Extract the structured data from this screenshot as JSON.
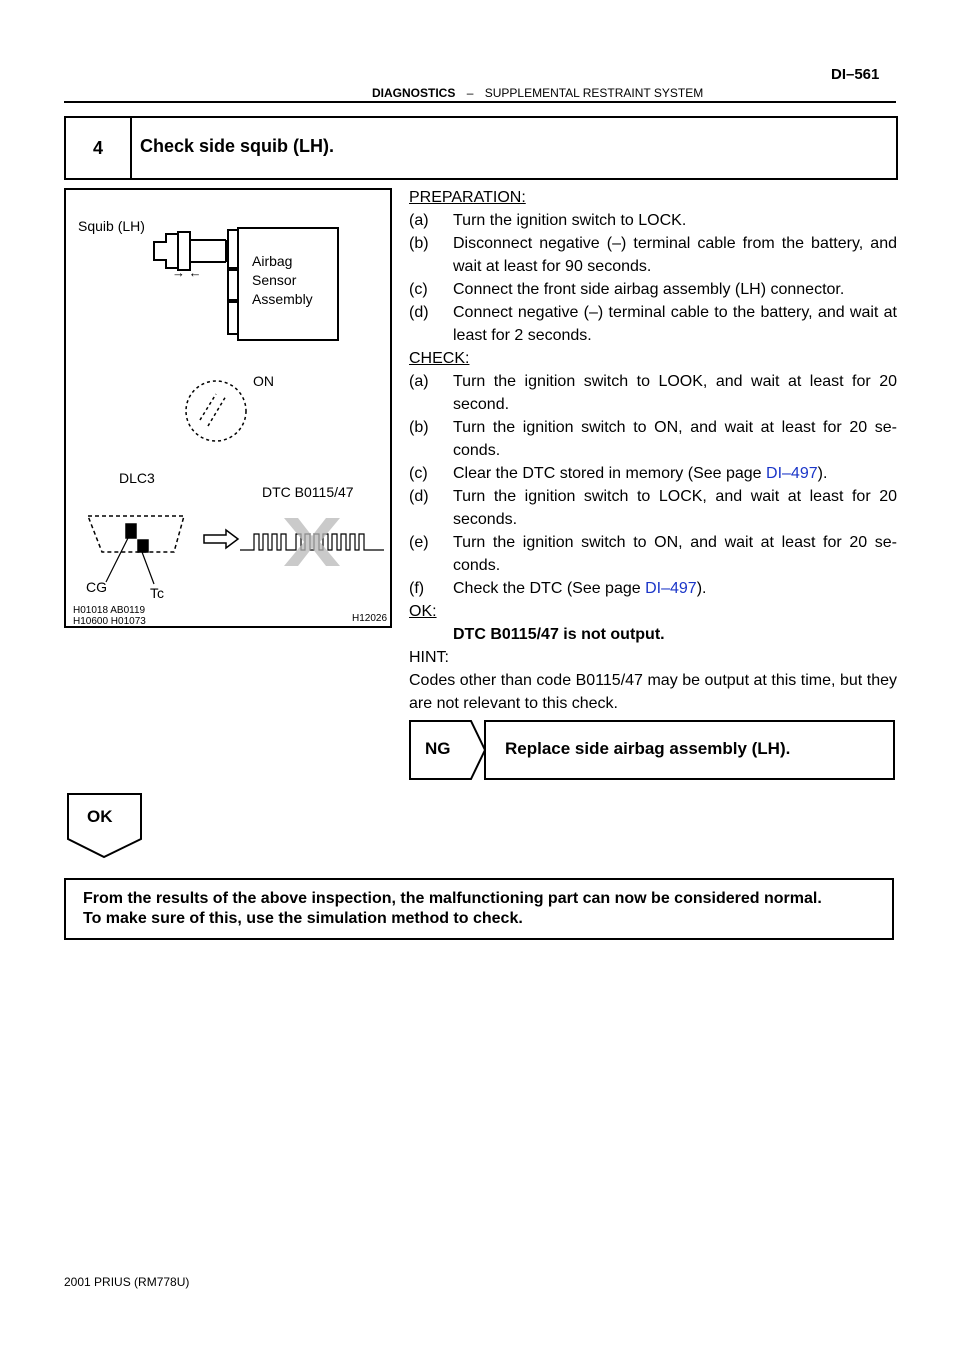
{
  "header": {
    "section": "DIAGNOSTICS",
    "separator": "–",
    "subsection": "SUPPLEMENTAL RESTRAINT SYSTEM",
    "page_number": "DI–561"
  },
  "step": {
    "number": "4",
    "title": "Check side squib (LH)."
  },
  "figure": {
    "squib_label": "Squib (LH)",
    "sensor_label_1": "Airbag",
    "sensor_label_2": "Sensor",
    "sensor_label_3": "Assembly",
    "arrows": "→ ←",
    "on_label": "ON",
    "dlc_label": "DLC3",
    "dtc_label": "DTC B0115/47",
    "cg_label": "CG",
    "tc_label": "Tc",
    "ref_codes_1": "H01018   AB0119",
    "ref_codes_2": "H10600   H01073",
    "figure_id": "H12026"
  },
  "preparation": {
    "heading": "PREPARATION:",
    "items": [
      {
        "label": "(a)",
        "text": "Turn the ignition switch to LOCK."
      },
      {
        "label": "(b)",
        "text": "Disconnect negative (–) terminal cable from the battery, and wait at least for 90 seconds."
      },
      {
        "label": "(c)",
        "text": "Connect the front side airbag assembly (LH) connector."
      },
      {
        "label": "(d)",
        "text": "Connect negative (–) terminal cable to the battery, and wait at least for 2 seconds."
      }
    ]
  },
  "check": {
    "heading": "CHECK:",
    "a": {
      "label": "(a)",
      "text": "Turn the ignition switch to LOOK, and wait at least for 20 second."
    },
    "b": {
      "label": "(b)",
      "text": "Turn the ignition switch to ON, and wait at least for 20 se-conds."
    },
    "c": {
      "label": "(c)",
      "pre": "Clear the DTC stored in memory (See page ",
      "link": "DI–497",
      "post": ")."
    },
    "d": {
      "label": "(d)",
      "text": "Turn the ignition switch to LOCK, and wait at least for 20 seconds."
    },
    "e": {
      "label": "(e)",
      "text": "Turn the ignition switch to ON, and wait at least for 20 se-conds."
    },
    "f": {
      "label": "(f)",
      "pre": "Check the DTC (See page ",
      "link": "DI–497",
      "post": ")."
    }
  },
  "ok_section": {
    "heading": "OK:",
    "text": "DTC B0115/47 is not output."
  },
  "hint": {
    "heading": "HINT:",
    "text": "Codes other than code B0115/47 may be output at this time, but they are not relevant to this check."
  },
  "ng": {
    "tag": "NG",
    "text": "Replace side airbag assembly (LH)."
  },
  "ok_tab": "OK",
  "result_box": {
    "line1": "From the results of the above inspection, the malfunctioning part can now be considered normal.",
    "line2": "To make sure of this, use the simulation method to check."
  },
  "footer": "2001 PRIUS   (RM778U)"
}
